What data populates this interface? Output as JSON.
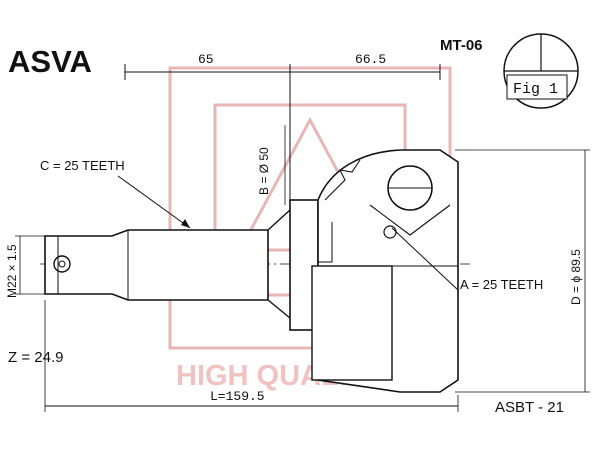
{
  "brand": "ASVA",
  "part_code": "MT-06",
  "fig_label": "Fig 1",
  "dimensions": {
    "len_left": "65",
    "len_right": "66.5",
    "c_teeth": "C = 25 TEETH",
    "b_diameter": "B = Ø 50",
    "m_thread": "M22 × 1.5",
    "z_value": "Z = 24.9",
    "a_teeth": "A = 25 TEETH",
    "d_diameter": "D = ϕ 89.5",
    "total_length": "L=159.5"
  },
  "watermark": {
    "text": "HIGH QUALITY",
    "color": "#e7b7b7"
  },
  "catalog_number": "ASBT - 21"
}
